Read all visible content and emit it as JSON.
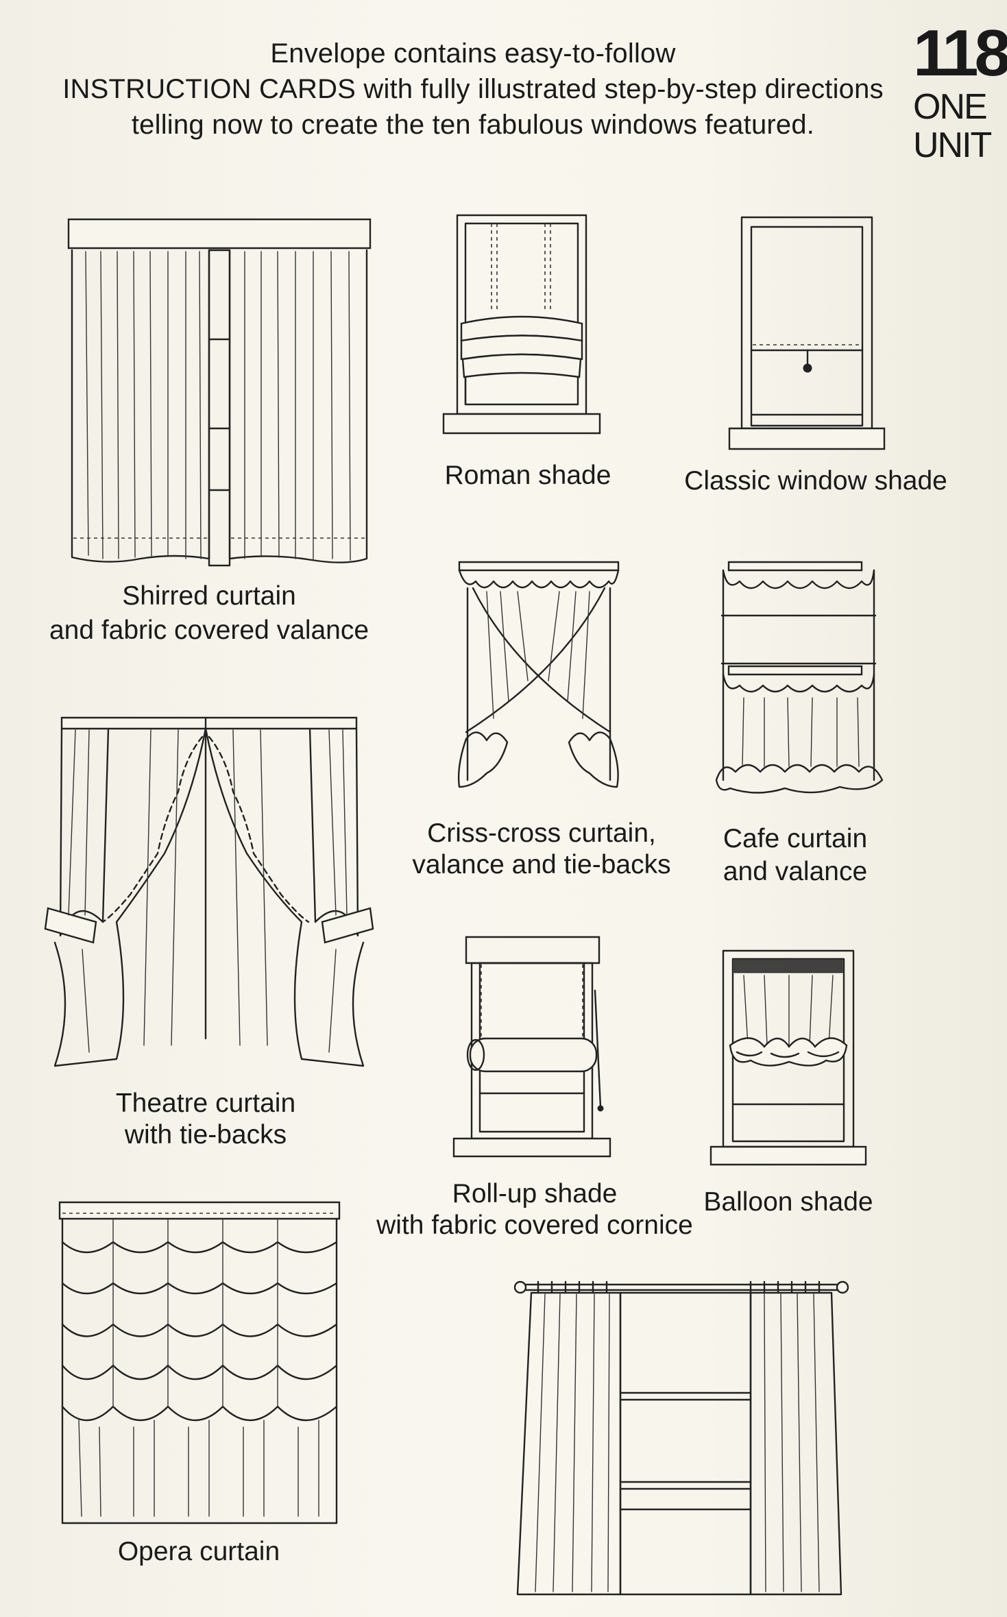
{
  "header": {
    "line1": "Envelope contains easy-to-follow",
    "line2": "INSTRUCTION CARDS with fully illustrated step-by-step directions",
    "line3": "telling now to create the ten fabulous windows featured."
  },
  "corner": {
    "number": "118",
    "word1": "ONE",
    "word2": "UNIT"
  },
  "captions": {
    "shirred_1": "Shirred curtain",
    "shirred_2": "and fabric covered valance",
    "roman": "Roman shade",
    "classic": "Classic window shade",
    "criss_1": "Criss-cross curtain,",
    "criss_2": "valance and tie-backs",
    "cafe_1": "Cafe curtain",
    "cafe_2": "and valance",
    "theatre_1": "Theatre curtain",
    "theatre_2": "with tie-backs",
    "rollup_1": "Roll-up shade",
    "rollup_2": "with fabric covered cornice",
    "balloon": "Balloon shade",
    "opera": "Opera curtain"
  },
  "illustrations": [
    "shirred-curtain-icon",
    "roman-shade-icon",
    "classic-window-shade-icon",
    "criss-cross-curtain-icon",
    "cafe-curtain-icon",
    "theatre-curtain-icon",
    "roll-up-shade-icon",
    "balloon-shade-icon",
    "opera-curtain-icon",
    "rod-panel-curtain-icon"
  ]
}
